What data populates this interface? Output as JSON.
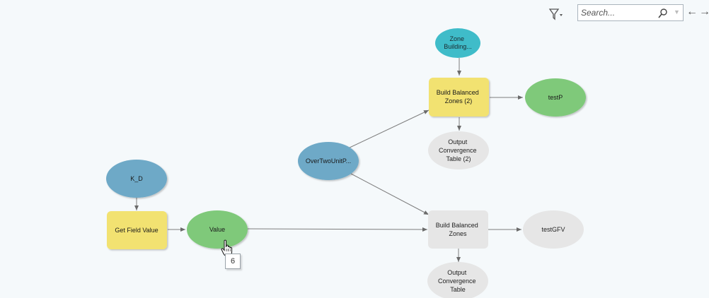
{
  "toolbar": {
    "search_placeholder": "Search..."
  },
  "nodes": {
    "zone_building": [
      "Zone",
      "Building..."
    ],
    "build_balanced_zones_2": [
      "Build Balanced",
      "Zones (2)"
    ],
    "testp": [
      "testP"
    ],
    "output_convergence_table_2": [
      "Output",
      "Convergence",
      "Table (2)"
    ],
    "overtwounitp": [
      "OverTwoUnitP..."
    ],
    "k_d": [
      "K_D"
    ],
    "get_field_value": [
      "Get Field Value"
    ],
    "value": [
      "Value"
    ],
    "build_balanced_zones": [
      "Build Balanced",
      "Zones"
    ],
    "testgfv": [
      "testGFV"
    ],
    "output_convergence_table": [
      "Output",
      "Convergence",
      "Table"
    ]
  },
  "tooltip": {
    "text": "6"
  },
  "colors": {
    "background": "#f5f9fb",
    "data_node_blue": "#6ea9c7",
    "data_node_cyan": "#3fbcc9",
    "tool_yellow": "#f2e271",
    "output_green": "#7fc97a",
    "inactive_gray": "#e6e6e6",
    "connector": "#7d7d7d"
  },
  "icons": [
    "filter-icon",
    "search-icon",
    "back-arrow-icon",
    "forward-arrow-icon",
    "hand-cursor-icon"
  ]
}
